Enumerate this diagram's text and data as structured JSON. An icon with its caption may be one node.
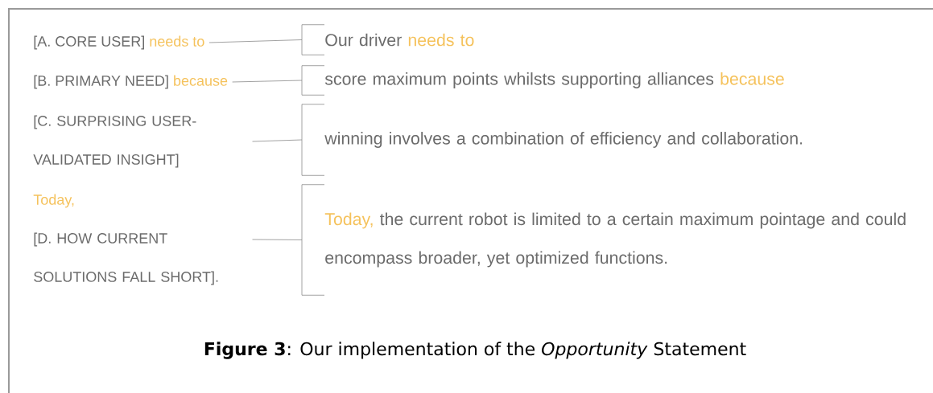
{
  "diagram": {
    "caption": "**Figure 3**: Our implementation of the *Opportunity* Statement",
    "nodes": [
      {
        "text": [
          "[A. CORE USER]",
          "needs to"
        ]
      },
      {
        "text": [
          "[B. PRIMARY NEED]",
          "because"
        ]
      },
      {
        "text": [
          "[C. SURPRISING USER-VALIDATED INSIGHT]"
        ]
      },
      {
        "text": [
          "Today,",
          "[D. HOW CURRENT SOLUTIONS FALL SHORT]."
        ]
      },
      {
        "text": [
          "Our driver",
          "needs to"
        ]
      },
      {
        "text": [
          "score maximum points whilsts supporting alliances",
          "because"
        ]
      },
      {
        "text": [
          "winning involves a combination of efficiency and collaboration."
        ]
      },
      {
        "text": [
          "Today,",
          "the current robot is limited to a certain maximum pointage and could encompass broader, yet optimized functions."
        ]
      }
    ],
    "edges": [
      {
        "from": 0,
        "to": 4,
        "arrow": "none"
      },
      {
        "from": 1,
        "to": 5,
        "arrow": "none"
      },
      {
        "from": 2,
        "to": 6,
        "arrow": "none"
      },
      {
        "from": 3,
        "to": 7,
        "arrow": "none"
      }
    ]
  }
}
